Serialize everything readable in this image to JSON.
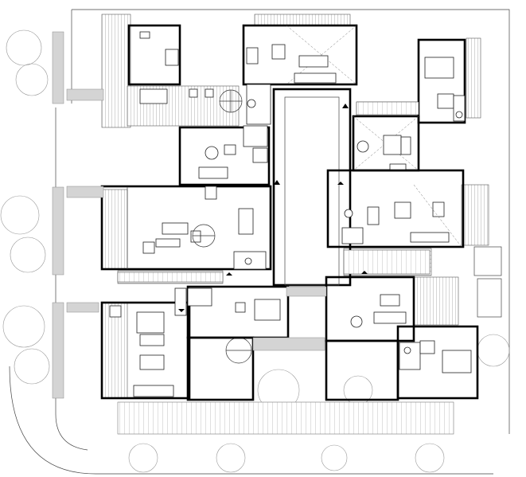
{
  "drawing": {
    "type": "architectural floor plan",
    "colors": {
      "background": "#ffffff",
      "walls": "#000000",
      "lines": "#444444",
      "vegetation": "#9a9a9a",
      "hatch": "#777777"
    },
    "elements": {
      "units": [
        "unit-top-left",
        "unit-top-center",
        "unit-top-right",
        "unit-middle-left",
        "unit-middle-right",
        "unit-bottom-left",
        "unit-bottom-right"
      ],
      "courtyard": "central-courtyard-corridor",
      "stairs": "spiral-stairs",
      "landscape": "trees-and-hedges"
    }
  }
}
